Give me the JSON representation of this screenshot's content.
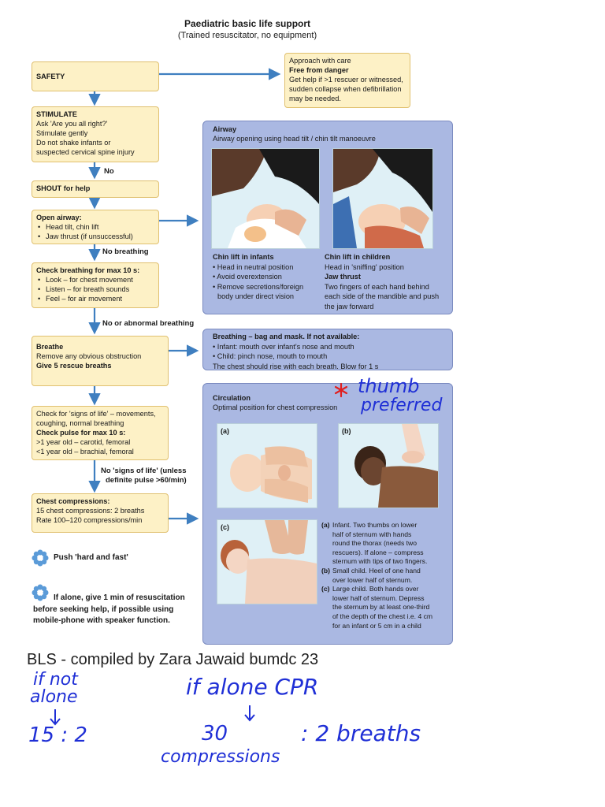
{
  "header": {
    "title": "Paediatric basic life support",
    "subtitle": "(Trained resuscitator, no equipment)"
  },
  "flow": {
    "safety": "SAFETY",
    "safety_note": [
      "Approach with care",
      "Free from danger",
      "Get help if >1 rescuer or witnessed,",
      "sudden collapse when defibrillation",
      "may be needed."
    ],
    "stimulate_title": "STIMULATE",
    "stimulate_lines": [
      "Ask 'Are you all right?'",
      "Stimulate gently",
      "Do not shake infants or",
      "suspected cervical spine injury"
    ],
    "no_label": "No",
    "shout": "SHOUT for help",
    "open_airway_title": "Open airway:",
    "open_airway_items": [
      "Head tilt, chin lift",
      "Jaw thrust (if unsuccessful)"
    ],
    "no_breathing": "No breathing",
    "check_breathing_title": "Check breathing for max 10 s:",
    "check_breathing_items": [
      "Look – for chest movement",
      "Listen – for breath sounds",
      "Feel – for air movement"
    ],
    "no_abnormal": "No or abnormal breathing",
    "breathe_title": "Breathe",
    "breathe_line": "Remove any obvious obstruction",
    "breathe_bold": "Give 5 rescue breaths",
    "signs_lines": [
      "Check for 'signs of life' – movements,",
      "coughing, normal breathing",
      "Check pulse for max 10 s:",
      ">1 year old – carotid, femoral",
      "<1 year old – brachial, femoral"
    ],
    "no_signs": [
      "No 'signs of life' (unless",
      "definite pulse >60/min)"
    ],
    "compress_title": "Chest compressions:",
    "compress_lines": [
      "15 chest compressions: 2 breaths",
      "Rate 100–120 compressions/min"
    ],
    "push": "Push 'hard and fast'",
    "alone_lines": [
      "If alone, give 1 min of resuscitation",
      "before seeking help, if possible using",
      "mobile-phone with speaker function."
    ]
  },
  "airway": {
    "title": "Airway",
    "subtitle": "Airway opening using head tilt / chin tilt manoeuvre",
    "infants_title": "Chin lift in infants",
    "infants_items": [
      "Head in neutral position",
      "Avoid overextension",
      "Remove secretions/foreign",
      "body under direct vision"
    ],
    "children_title": "Chin lift in children",
    "children_line": "Head in 'sniffing' position",
    "jaw_title": "Jaw thrust",
    "jaw_lines": [
      "Two fingers of each hand behind",
      "each side of the mandible and push",
      "the jaw forward"
    ]
  },
  "breathing": {
    "title": "Breathing – bag and mask. If not available:",
    "lines": [
      "• Infant: mouth over infant's nose and mouth",
      "• Child: pinch nose, mouth to mouth",
      "The chest should rise with each breath. Blow for 1 s"
    ]
  },
  "circulation": {
    "title": "Circulation",
    "subtitle": "Optimal position for chest compression",
    "labels": [
      "(a)",
      "(b)",
      "(c)"
    ],
    "notes": [
      {
        "tag": "(a)",
        "lines": [
          "Infant. Two thumbs on lower",
          "half of sternum with hands",
          "round the thorax (needs two",
          "rescuers). If alone – compress",
          "sternum with tips of two fingers."
        ]
      },
      {
        "tag": "(b)",
        "lines": [
          "Small child. Heel of one hand",
          "over lower half of sternum."
        ]
      },
      {
        "tag": "(c)",
        "lines": [
          "Large child. Both hands over",
          "lower half of sternum. Depress",
          "the sternum by at least one-third",
          "of the depth of the chest i.e. 4 cm",
          "for an infant or 5 cm in a child"
        ]
      }
    ]
  },
  "handwriting": {
    "thumb": "thumb",
    "preferred": "preferred",
    "if_not": "if not",
    "alone": "alone",
    "ratio_15": "15 : 2",
    "if_alone_cpr": "if alone CPR",
    "n30": "30",
    "breaths": ": 2 breaths",
    "compressions": "compressions"
  },
  "caption": "BLS - compiled by Zara Jawaid bumdc 23",
  "colors": {
    "yellow_box": "#fdf1c6",
    "blue_panel": "#aab8e2",
    "arrow": "#3f7fc0",
    "ink": "#1f2fd6",
    "star": "#e02020"
  }
}
